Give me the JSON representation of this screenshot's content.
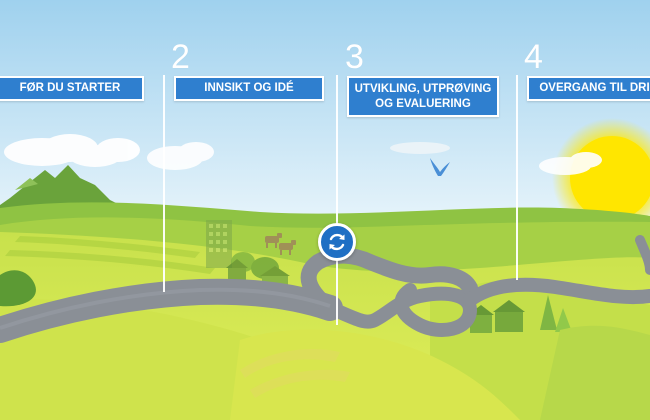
{
  "steps": [
    {
      "number": "",
      "label": "FØR DU STARTER"
    },
    {
      "number": "2",
      "label": "INNSIKT OG IDÉ"
    },
    {
      "number": "3",
      "label": "UTVIKLING, UTPRØVING\nOG EVALUERING"
    },
    {
      "number": "4",
      "label": "OVERGANG TIL DRI"
    }
  ],
  "cycle_button": {
    "icon": "refresh-cycle-icon"
  },
  "colors": {
    "sky_top": "#9fd1ee",
    "sky_bottom": "#ffffff",
    "label_bg": "#2f7fcf",
    "grass_light": "#c9e24a",
    "grass_mid": "#9cc83a",
    "road": "#8a8f96",
    "sun": "#ffe200"
  }
}
